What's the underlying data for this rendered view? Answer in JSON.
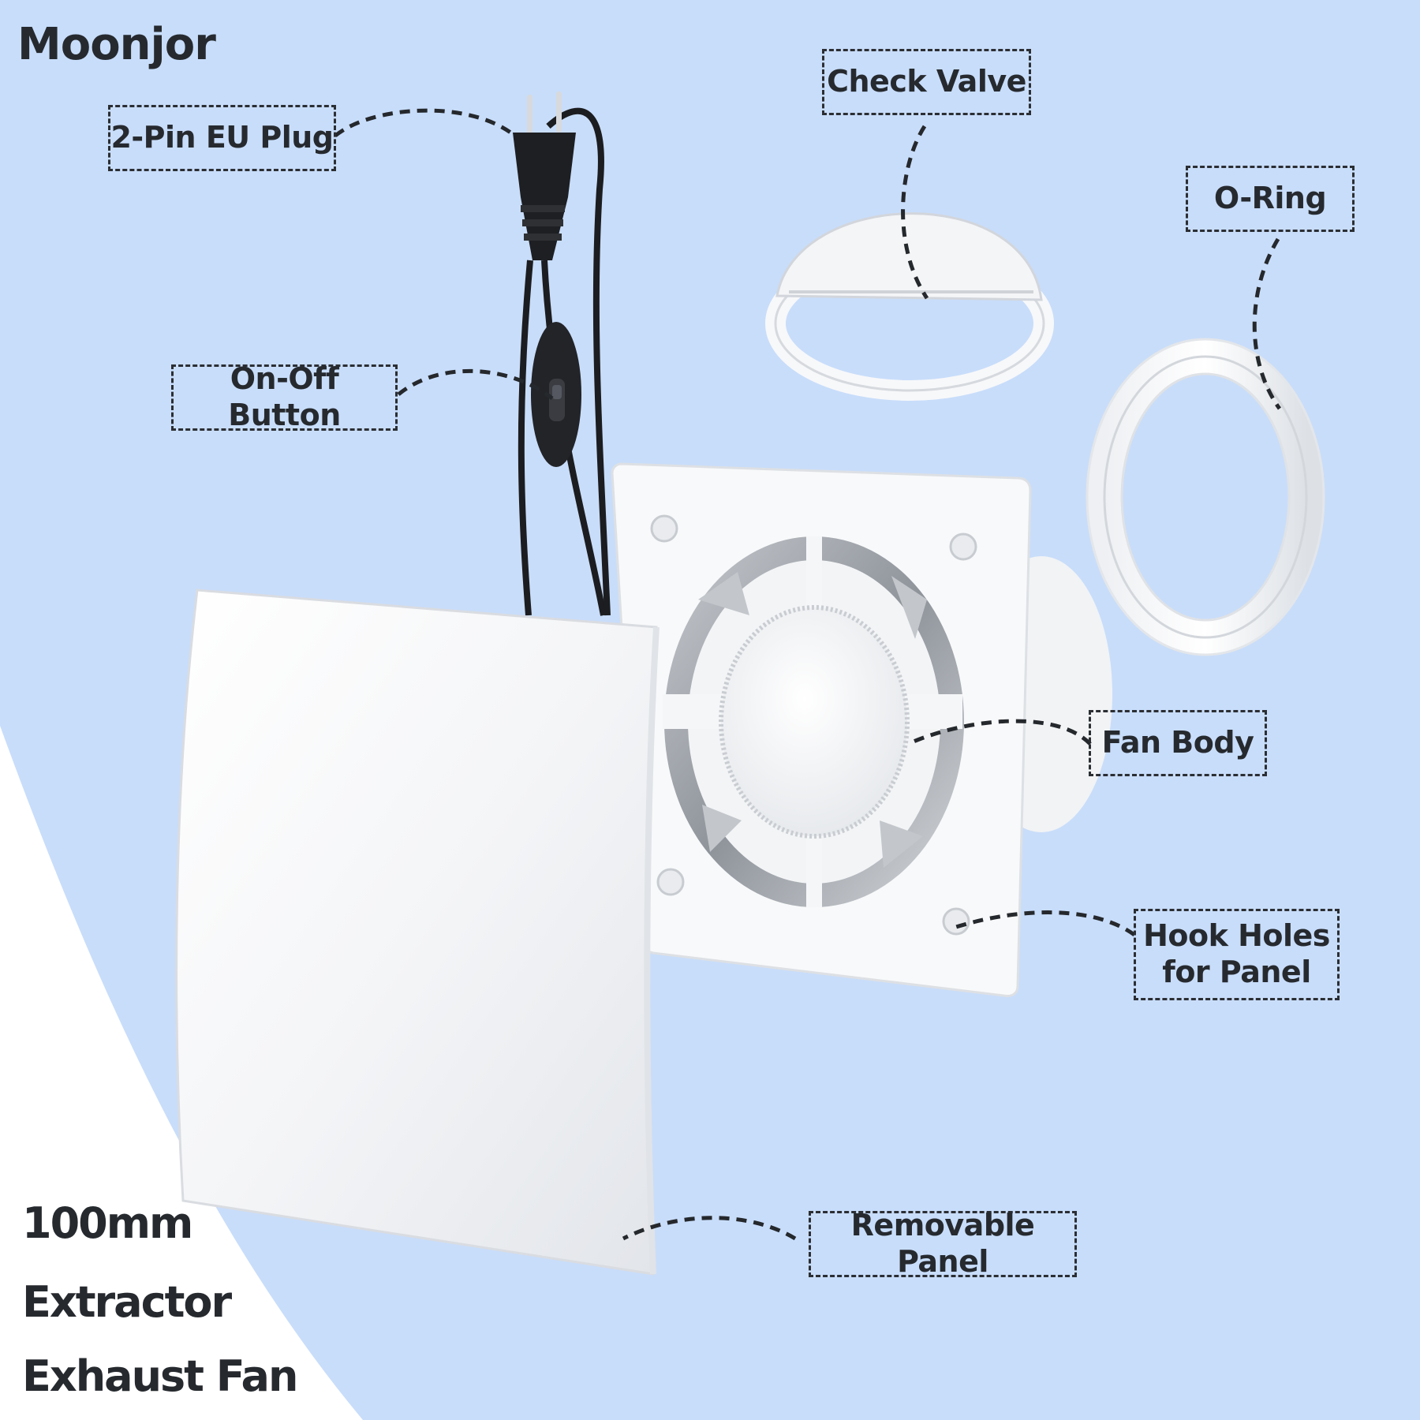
{
  "brand": "Moonjor",
  "headline": {
    "line1": "100mm",
    "line2": "Extractor",
    "line3": "Exhaust Fan"
  },
  "callouts": {
    "plug": "2-Pin EU Plug",
    "switch": "On-Off Button",
    "check_valve": "Check Valve",
    "o_ring": "O-Ring",
    "fan_body": "Fan Body",
    "hook_holes_line1": "Hook Holes",
    "hook_holes_line2": "for Panel",
    "panel": "Removable Panel"
  },
  "colors": {
    "background": "#c8ddfa",
    "swoosh": "#ffffff",
    "text": "#262a2f",
    "product_white": "#f7f8fa",
    "cable": "#1c1d20",
    "fan_grey": "#a9adb3"
  }
}
